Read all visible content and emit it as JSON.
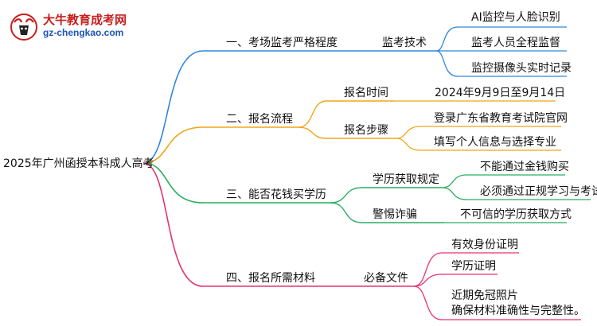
{
  "logo": {
    "site_name": "大牛教育成考网",
    "url": "gz-chengkao.com"
  },
  "mindmap": {
    "root": "2025年广州函授本科成人高考",
    "colors": {
      "blue": "#2e86de",
      "orange": "#f2a516",
      "green": "#27ae60",
      "pink": "#e8336e"
    },
    "branches": [
      {
        "label": "一、考场监考严格程度",
        "color": "blue",
        "children": [
          {
            "label": "监考技术",
            "children": [
              "AI监控与人脸识别",
              "监考人员全程监督",
              "监控摄像头实时记录"
            ]
          }
        ]
      },
      {
        "label": "二、报名流程",
        "color": "orange",
        "children": [
          {
            "label": "报名时间",
            "children": [
              "2024年9月9日至9月14日"
            ]
          },
          {
            "label": "报名步骤",
            "children": [
              "登录广东省教育考试院官网",
              "填写个人信息与选择专业"
            ]
          }
        ]
      },
      {
        "label": "三、能否花钱买学历",
        "color": "green",
        "children": [
          {
            "label": "学历获取规定",
            "children": [
              "不能通过金钱购买",
              "必须通过正规学习与考试"
            ]
          },
          {
            "label": "警惕诈骗",
            "children": [
              "不可信的学历获取方式"
            ]
          }
        ]
      },
      {
        "label": "四、报名所需材料",
        "color": "pink",
        "children": [
          {
            "label": "必备文件",
            "children": [
              "有效身份证明",
              "学历证明",
              "近期免冠照片",
              "确保材料准确性与完整性。"
            ]
          }
        ]
      }
    ]
  }
}
